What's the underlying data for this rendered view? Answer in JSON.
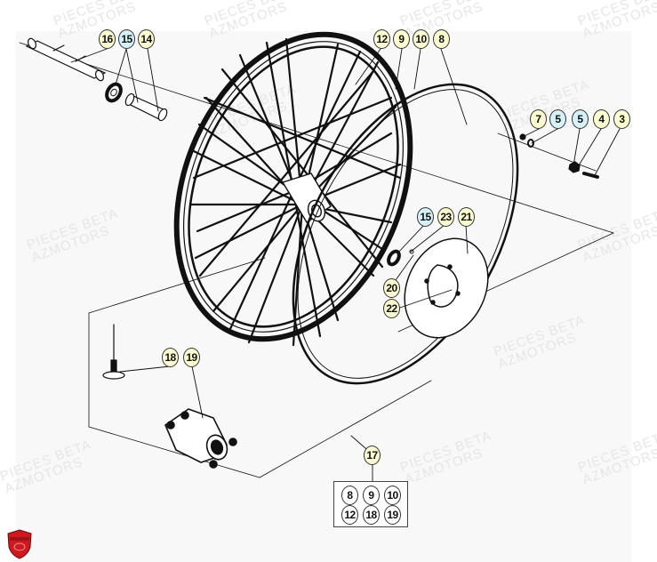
{
  "diagram": {
    "title": "Front wheel exploded parts diagram",
    "watermark": [
      "PIECES BETA",
      "AZMOTORS"
    ],
    "colors": {
      "badge_yellow": "#fdfcd0",
      "badge_cyan": "#d6f2f8",
      "panel": "#f8f8f8",
      "logo_red": "#d0191e"
    },
    "callouts": {
      "axle_group": [
        {
          "ref": "16",
          "color": "yellow"
        },
        {
          "ref": "15",
          "color": "cyan"
        },
        {
          "ref": "14",
          "color": "yellow"
        }
      ],
      "wheel_group": [
        {
          "ref": "12",
          "color": "yellow"
        },
        {
          "ref": "9",
          "color": "yellow"
        },
        {
          "ref": "10",
          "color": "yellow"
        },
        {
          "ref": "8",
          "color": "yellow"
        }
      ],
      "fastener_group": [
        {
          "ref": "7",
          "color": "yellow"
        },
        {
          "ref": "5",
          "color": "cyan"
        },
        {
          "ref": "5",
          "color": "cyan"
        },
        {
          "ref": "4",
          "color": "yellow"
        },
        {
          "ref": "3",
          "color": "yellow"
        }
      ],
      "disc_group": [
        {
          "ref": "15",
          "color": "cyan"
        },
        {
          "ref": "23",
          "color": "yellow"
        },
        {
          "ref": "21",
          "color": "yellow"
        },
        {
          "ref": "20",
          "color": "yellow"
        },
        {
          "ref": "22",
          "color": "yellow"
        }
      ],
      "valve_hub_group": [
        {
          "ref": "18",
          "color": "yellow"
        },
        {
          "ref": "19",
          "color": "yellow"
        }
      ],
      "kit": {
        "ref": "17",
        "color": "yellow",
        "contents": [
          "8",
          "9",
          "10",
          "12",
          "18",
          "19"
        ]
      }
    },
    "logo": "azmotors-shield-logo"
  }
}
